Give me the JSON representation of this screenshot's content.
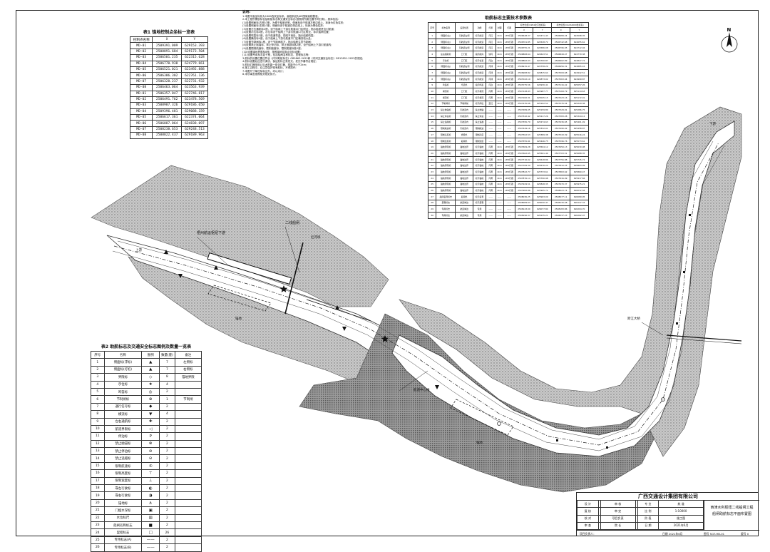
{
  "control_table": {
    "title": "表1 锚地控制点坐标一览表",
    "headers": [
      "控制点名称",
      "X",
      "Y"
    ],
    "rows": [
      [
        "MD-01",
        "2509391.009",
        "629153.393"
      ],
      [
        "MD-02",
        "2508891.684",
        "629173.504"
      ],
      [
        "MD-03",
        "2506501.235",
        "622315.628"
      ],
      [
        "MD-04",
        "2506770.938",
        "624779.661"
      ],
      [
        "MD-05",
        "2506521.021",
        "623492.888"
      ],
      [
        "MD-06",
        "2506386.302",
        "622761.136"
      ],
      [
        "MD-07",
        "2506328.237",
        "622731.932"
      ],
      [
        "MD-08",
        "2506463.064",
        "623563.939"
      ],
      [
        "MD-01",
        "2506357.047",
        "622746.817"
      ],
      [
        "MD-02",
        "2506491.762",
        "623478.569"
      ],
      [
        "MD-03",
        "2508987.326",
        "629186.650"
      ],
      [
        "MD-04",
        "2509396.481",
        "629088.159"
      ],
      [
        "MD-05",
        "2506617.361",
        "622374.064"
      ],
      [
        "MD-06",
        "2506887.064",
        "624838.097"
      ],
      [
        "MD-07",
        "2508238.653",
        "629248.513"
      ],
      [
        "MD-08",
        "2508822.437",
        "629189.963"
      ]
    ]
  },
  "notes": {
    "title": "说明:",
    "lines": [
      "1.本图平面坐标系为1980西安坐标系，高程系统为85国家高程基准。",
      "2.本工程所需航标包括助航标志和交通安全标志(按照其所属位置不同分类)，具体包括:",
      "(1)设置侧面标(左侧)7座，为便于船舶识别，侧面标设于航道左侧边线上，标身为红色柱形;",
      "(2)设置侧面标(右侧)7座，侧面标设于航道右侧边线上，标身为黑色柱形;",
      "(3)设置左右通航标2座，设于船闸上下游引航道口门区附近，指示船舶进出引航道;",
      "(4)设置示位标4座，示位标设于船闸上下游引航道口门区附近，标示船闸位置;",
      "(5)设置鸣笛标2座，设于航道弯曲、视线不良处，指示船舶鸣笛;",
      "(6)设置横流标4座，设于船闸上下游引航道口门区横流较大处;",
      "(7)设置节制闸标1座，设于节制闸前方，指示船舶注意节制闸;",
      "(8)设置禁止抛锚标、禁止停泊标、禁止追越标各2座，设于船闸上下游引航道内;",
      "(9)设置限制航速标、限制高度标、限制宽度标各2座;",
      "(10)设置锚地界限标8座，按照锚地控制点坐标设置;",
      "(11)设置专用标志若干座，包括船闸名称标志、里程标志等;",
      "3.航标的设置位置应符合《内河助航标志》GB5863-2022和《内河交通安全标志》GB13851-2022的规定;",
      "4.航标设置后应进行调试，保证航标正常发光，发光节奏符合规定;",
      "5.航标灯器采用LED太阳能一体化灯器，视距不小于2km;",
      "6.施工过程中，应注意保护现有航标，不得损坏;",
      "7.本图尺寸单位除标注外，均以米计;",
      "8.未尽事宜按照相关规范执行。"
    ]
  },
  "params_table": {
    "title": "助航标志主要技术参数表",
    "headers": [
      "序号",
      "标志名称",
      "设置位置",
      "功能",
      "灯质",
      "射程",
      "灯器",
      "X",
      "Y",
      "X",
      "Y"
    ],
    "group_headers": [
      "标志位置(1954北京坐标系)",
      "标志位置(CGCS2000坐标系)"
    ],
    "rows": [
      [
        "1",
        "侧面标(左)",
        "引航道左侧",
        "标示航道",
        "闪红",
        "2km",
        "LED灯器",
        "2506648.37",
        "624471.43",
        "2506689.24",
        "624598.35"
      ],
      [
        "2",
        "侧面标(左)",
        "引航道左侧",
        "标示航道",
        "闪红",
        "2km",
        "LED灯器",
        "2506701.85",
        "624528.72",
        "2506742.68",
        "624655.61"
      ],
      [
        "3",
        "侧面标(左)",
        "引航道左侧",
        "标示航道",
        "闪红",
        "2km",
        "LED灯器",
        "2506755.21",
        "624586.08",
        "2506796.05",
        "624712.94"
      ],
      [
        "4",
        "左右通航标",
        "口门区",
        "指示航向",
        "快闪",
        "2km",
        "LED灯器",
        "2506808.64",
        "624643.51",
        "2506849.47",
        "624770.38"
      ],
      [
        "5",
        "示位标",
        "口门区",
        "标示位置",
        "闪白",
        "2km",
        "LED灯器",
        "2506862.03",
        "624700.87",
        "2506902.89",
        "624827.72"
      ],
      [
        "6",
        "侧面标(右)",
        "引航道右侧",
        "标示航道",
        "闪绿",
        "2km",
        "LED灯器",
        "2506915.47",
        "624758.29",
        "2506956.31",
        "624885.16"
      ],
      [
        "7",
        "侧面标(右)",
        "引航道右侧",
        "标示航道",
        "闪绿",
        "2km",
        "LED灯器",
        "2506968.82",
        "624815.64",
        "2507009.68",
        "624942.51"
      ],
      [
        "8",
        "侧面标(右)",
        "引航道右侧",
        "标示航道",
        "闪绿",
        "2km",
        "LED灯器",
        "2507022.19",
        "624873.02",
        "2507063.04",
        "624999.87"
      ],
      [
        "9",
        "鸣笛标",
        "弯道处",
        "指示鸣笛",
        "闪白",
        "2km",
        "LED灯器",
        "2507075.56",
        "624930.41",
        "2507116.42",
        "625057.26"
      ],
      [
        "10",
        "横流标",
        "口门区",
        "标示横流",
        "闪黄",
        "2km",
        "LED灯器",
        "2507128.93",
        "624987.77",
        "2507169.79",
        "625114.63"
      ],
      [
        "11",
        "横流标",
        "口门区",
        "标示横流",
        "闪黄",
        "2km",
        "LED灯器",
        "2507182.31",
        "625045.15",
        "2507223.16",
        "625172.01"
      ],
      [
        "12",
        "节制闸标",
        "节制闸前",
        "标示闸位",
        "定红",
        "2km",
        "LED灯器",
        "2507235.68",
        "625102.52",
        "2507276.54",
        "625229.38"
      ],
      [
        "13",
        "禁止抛锚标",
        "引航道内",
        "禁止抛锚",
        "——",
        "——",
        "——",
        "2507289.05",
        "625159.89",
        "2507329.91",
        "625286.75"
      ],
      [
        "14",
        "禁止停泊标",
        "引航道内",
        "禁止停泊",
        "——",
        "——",
        "——",
        "2507342.42",
        "625217.26",
        "2507383.28",
        "625344.12"
      ],
      [
        "15",
        "禁止追越标",
        "引航道内",
        "禁止追越",
        "——",
        "——",
        "——",
        "2507395.79",
        "625274.63",
        "2507436.65",
        "625401.49"
      ],
      [
        "16",
        "限制航速标",
        "引航道内",
        "限制航速",
        "——",
        "——",
        "——",
        "2507449.16",
        "625332.01",
        "2507490.02",
        "625458.87"
      ],
      [
        "17",
        "限制高度标",
        "桥梁处",
        "限制高度",
        "——",
        "——",
        "——",
        "2507502.53",
        "625389.38",
        "2507543.39",
        "625516.24"
      ],
      [
        "18",
        "限制宽度标",
        "船闸处",
        "限制宽度",
        "——",
        "——",
        "——",
        "2507555.91",
        "625446.75",
        "2507596.76",
        "625573.61"
      ],
      [
        "19",
        "锚地界限标",
        "锚地边界",
        "标示锚地",
        "闪黄",
        "2km",
        "LED灯器",
        "2507609.28",
        "625504.12",
        "2507650.13",
        "625630.98"
      ],
      [
        "20",
        "锚地界限标",
        "锚地边界",
        "标示锚地",
        "闪黄",
        "2km",
        "LED灯器",
        "2507662.65",
        "625561.49",
        "2507703.51",
        "625688.35"
      ],
      [
        "21",
        "锚地界限标",
        "锚地边界",
        "标示锚地",
        "闪黄",
        "2km",
        "LED灯器",
        "2507716.02",
        "625618.86",
        "2507756.88",
        "625745.72"
      ],
      [
        "22",
        "锚地界限标",
        "锚地边界",
        "标示锚地",
        "闪黄",
        "2km",
        "LED灯器",
        "2507769.39",
        "625676.24",
        "2507810.25",
        "625803.09"
      ],
      [
        "23",
        "锚地界限标",
        "锚地边界",
        "标示锚地",
        "闪黄",
        "2km",
        "LED灯器",
        "2507822.77",
        "625733.61",
        "2507863.62",
        "625860.47"
      ],
      [
        "24",
        "锚地界限标",
        "锚地边界",
        "标示锚地",
        "闪黄",
        "2km",
        "LED灯器",
        "2507876.14",
        "625790.98",
        "2507916.99",
        "625917.84"
      ],
      [
        "25",
        "锚地界限标",
        "锚地边界",
        "标示锚地",
        "闪黄",
        "2km",
        "LED灯器",
        "2507929.51",
        "625848.35",
        "2507970.37",
        "625975.21"
      ],
      [
        "26",
        "锚地界限标",
        "锚地边界",
        "标示锚地",
        "闪黄",
        "2km",
        "LED灯器",
        "2507982.88",
        "625905.72",
        "2508023.74",
        "626032.58"
      ],
      [
        "27",
        "船闸名称标志",
        "船闸处",
        "标示名称",
        "——",
        "——",
        "——",
        "2508036.25",
        "625963.09",
        "2508077.11",
        "626089.95"
      ],
      [
        "28",
        "里程标志",
        "航道岸边",
        "标示里程",
        "——",
        "——",
        "——",
        "2508089.63",
        "626020.47",
        "2508130.48",
        "626147.33"
      ],
      [
        "29",
        "专用标志",
        "航道岸边",
        "专用",
        "——",
        "——",
        "——",
        "2508143.00",
        "626077.84",
        "2508183.86",
        "626204.70"
      ],
      [
        "30",
        "专用标志",
        "航道岸边",
        "专用",
        "——",
        "——",
        "——",
        "2508196.37",
        "626135.21",
        "2508237.23",
        "626262.07"
      ]
    ]
  },
  "legend_table": {
    "title": "表2 助航标志及交通安全标志图例及数量一览表",
    "headers": [
      "序号",
      "名称",
      "图例",
      "数量(座)",
      "备注"
    ],
    "rows": [
      [
        "1",
        "侧面标(浮标)",
        "▲",
        "7",
        "左侧标"
      ],
      [
        "2",
        "侧面标(灯桩)",
        "▲",
        "7",
        "右侧标"
      ],
      [
        "3",
        "界限标",
        "◇",
        "8",
        "锚地界限"
      ],
      [
        "4",
        "示位标",
        "★",
        "4",
        ""
      ],
      [
        "5",
        "鸣笛标",
        "◎",
        "2",
        ""
      ],
      [
        "6",
        "节制闸标",
        "⊕",
        "1",
        "节制闸"
      ],
      [
        "7",
        "通行信号标",
        "◆",
        "2",
        ""
      ],
      [
        "8",
        "横流标",
        "▼",
        "4",
        ""
      ],
      [
        "9",
        "左右通航标",
        "✚",
        "2",
        ""
      ],
      [
        "10",
        "航道界限标",
        "◁",
        "2",
        ""
      ],
      [
        "11",
        "停泊标",
        "P",
        "2",
        ""
      ],
      [
        "12",
        "禁止抛锚标",
        "⊗",
        "2",
        ""
      ],
      [
        "13",
        "禁止停泊标",
        "⊘",
        "2",
        ""
      ],
      [
        "14",
        "禁止追越标",
        "⊝",
        "2",
        ""
      ],
      [
        "15",
        "限制航速标",
        "⑤",
        "2",
        ""
      ],
      [
        "16",
        "限制高度标",
        "⊤",
        "2",
        ""
      ],
      [
        "17",
        "限制宽度标",
        "⊥",
        "2",
        ""
      ],
      [
        "18",
        "靠左行驶标",
        "◐",
        "2",
        ""
      ],
      [
        "19",
        "靠右行驶标",
        "◑",
        "2",
        ""
      ],
      [
        "20",
        "锚地标",
        "⚓",
        "2",
        ""
      ],
      [
        "21",
        "门槛水深标",
        "▣",
        "2",
        ""
      ],
      [
        "22",
        "水位标尺",
        "▥",
        "2",
        ""
      ],
      [
        "23",
        "船闸名称标志",
        "■",
        "2",
        ""
      ],
      [
        "24",
        "里程标志",
        "□",
        "26",
        ""
      ],
      [
        "25",
        "专用标志(A)",
        "——",
        "2",
        ""
      ],
      [
        "26",
        "专用标志(B)",
        "——",
        "2",
        ""
      ]
    ]
  },
  "map_labels": {
    "reach_label": "梧州航运枢纽下游",
    "lock_label": "二线船闸",
    "anchorage_a": "锚地",
    "anchorage_b": "锚地",
    "bridge_label": "跨江大桥",
    "dam_label": "拦河坝",
    "upstream": "上游",
    "downstream": "下游",
    "river_label": "航道中心线",
    "north": "N"
  },
  "title_block": {
    "company": "广西交通设计集团有限公司",
    "rows": [
      [
        "设 计",
        "",
        "审 核",
        "",
        "专 业",
        "航 道"
      ],
      [
        "复 核",
        "",
        "审 定",
        "",
        "比 例",
        "1:10000"
      ],
      [
        "校 对",
        "",
        "项目负责",
        "",
        "阶 段",
        "施工图"
      ],
      [
        "审 查",
        "",
        "院 长",
        "",
        "日 期",
        "2021年6月"
      ]
    ],
    "project": "西津水利枢纽二线船闸工程",
    "drawing": "船闸助航标志平面布置图",
    "footer_left": "项目负责人：",
    "footer_date": "日期 2021年6月",
    "footer_num": "图号 SGT-HB-01",
    "footer_sheet": "版号 0"
  },
  "colors": {
    "ink": "#111111",
    "terrain": "#7a7a7a",
    "water": "#ffffff"
  }
}
